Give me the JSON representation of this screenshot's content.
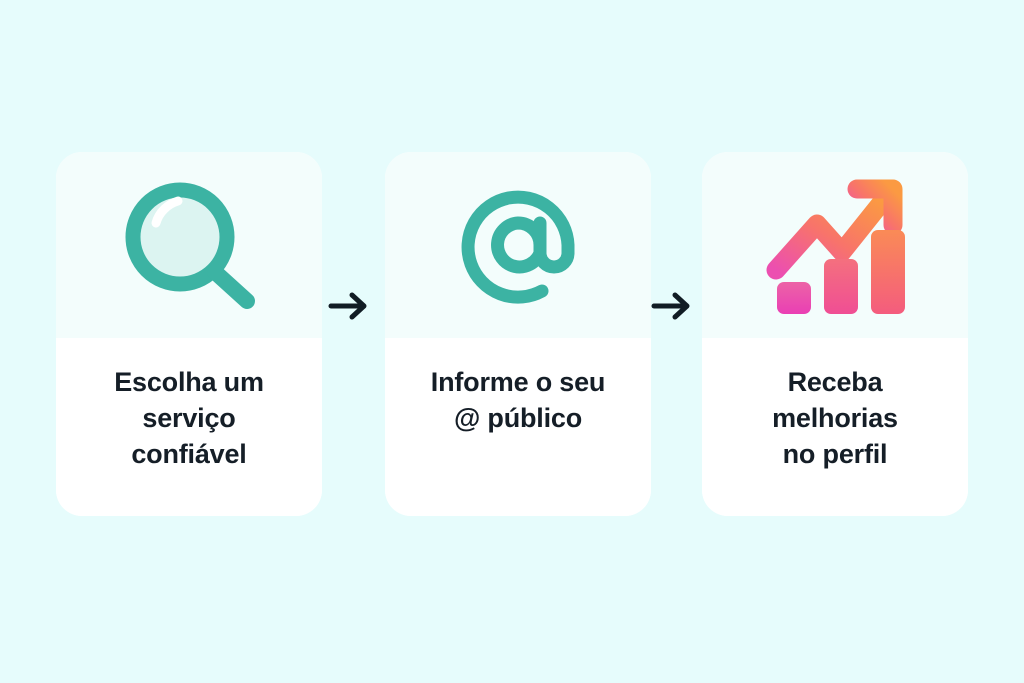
{
  "page": {
    "background_color": "#E6FCFC",
    "title_color": "#151E27"
  },
  "palette": {
    "teal": "#3CB3A3",
    "lens_fill": "#DCF4F1",
    "highlight": "#FFFFFF",
    "chart_pink": "#EC4FB0",
    "chart_rose": "#F25C84",
    "chart_coral": "#F8746A",
    "chart_orange": "#FB9A42",
    "card_top_bg": "#F3FDFC",
    "card_bottom_bg": "#FFFFFF",
    "arrow_color": "#111C24"
  },
  "steps": [
    {
      "id": "step-1",
      "icon": "magnifier-icon",
      "title": "Escolha um\nserviço\nconfiável"
    },
    {
      "id": "step-2",
      "icon": "at-sign-icon",
      "title": "Informe o seu\n@ público"
    },
    {
      "id": "step-3",
      "icon": "growth-chart-icon",
      "title": "Receba\nmelhorias\nno perfil"
    }
  ],
  "connectors": [
    {
      "id": "connector-1",
      "icon": "arrow-right-icon",
      "glyph": "→"
    },
    {
      "id": "connector-2",
      "icon": "arrow-right-icon",
      "glyph": "→"
    }
  ]
}
